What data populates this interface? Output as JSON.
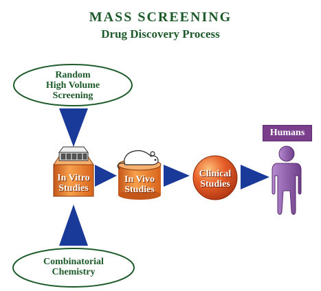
{
  "title": "MASS SCREENING",
  "subtitle": "Drug Discovery Process",
  "nodes": {
    "random": [
      "Random",
      "High Volume",
      "Screening"
    ],
    "combinatorial": [
      "Combinatorial",
      "Chemistry"
    ],
    "in_vitro": [
      "In Vitro",
      "Studies"
    ],
    "in_vivo": [
      "In Vivo",
      "Studies"
    ],
    "clinical": [
      "Clinical",
      "Studies"
    ],
    "humans": "Humans"
  },
  "colors": {
    "text_green": "#1d5a2a",
    "arrow_blue": "#1a3a9a",
    "orange": "#f0802a",
    "clinical_red": "#e0501e",
    "human_purple": "#9a6ab4",
    "badge_purple": "#7a3e8c"
  }
}
